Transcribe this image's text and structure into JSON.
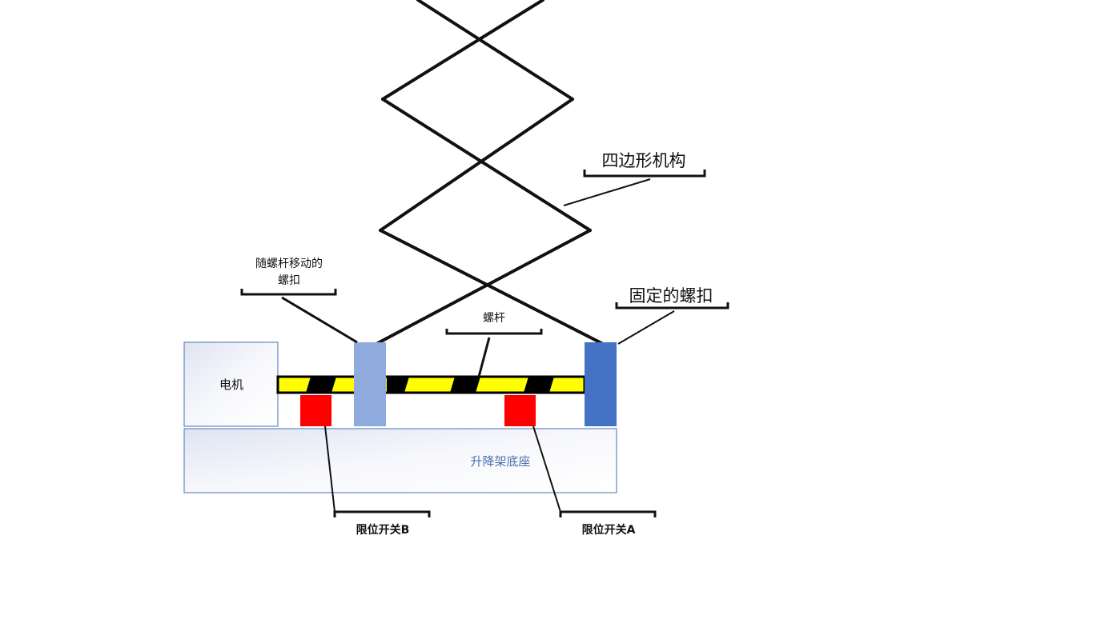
{
  "labels": {
    "motor": "电机",
    "base": "升降架底座",
    "four_bar": "四边形机构",
    "moving_nut_line1": "随螺杆移动的",
    "moving_nut_line2": "螺扣",
    "screw_rod": "螺杆",
    "fixed_nut": "固定的螺扣",
    "limit_switch_b": "限位开关B",
    "limit_switch_a": "限位开关A"
  },
  "colors": {
    "base_fill": "#eef1f8",
    "base_stroke": "#4a6fb5",
    "moving_nut": "#8faadc",
    "fixed_nut": "#4472c4",
    "screw_yellow": "#ffff00",
    "screw_black": "#000000",
    "limit_switch": "#ff0000",
    "linkage": "#111111"
  }
}
